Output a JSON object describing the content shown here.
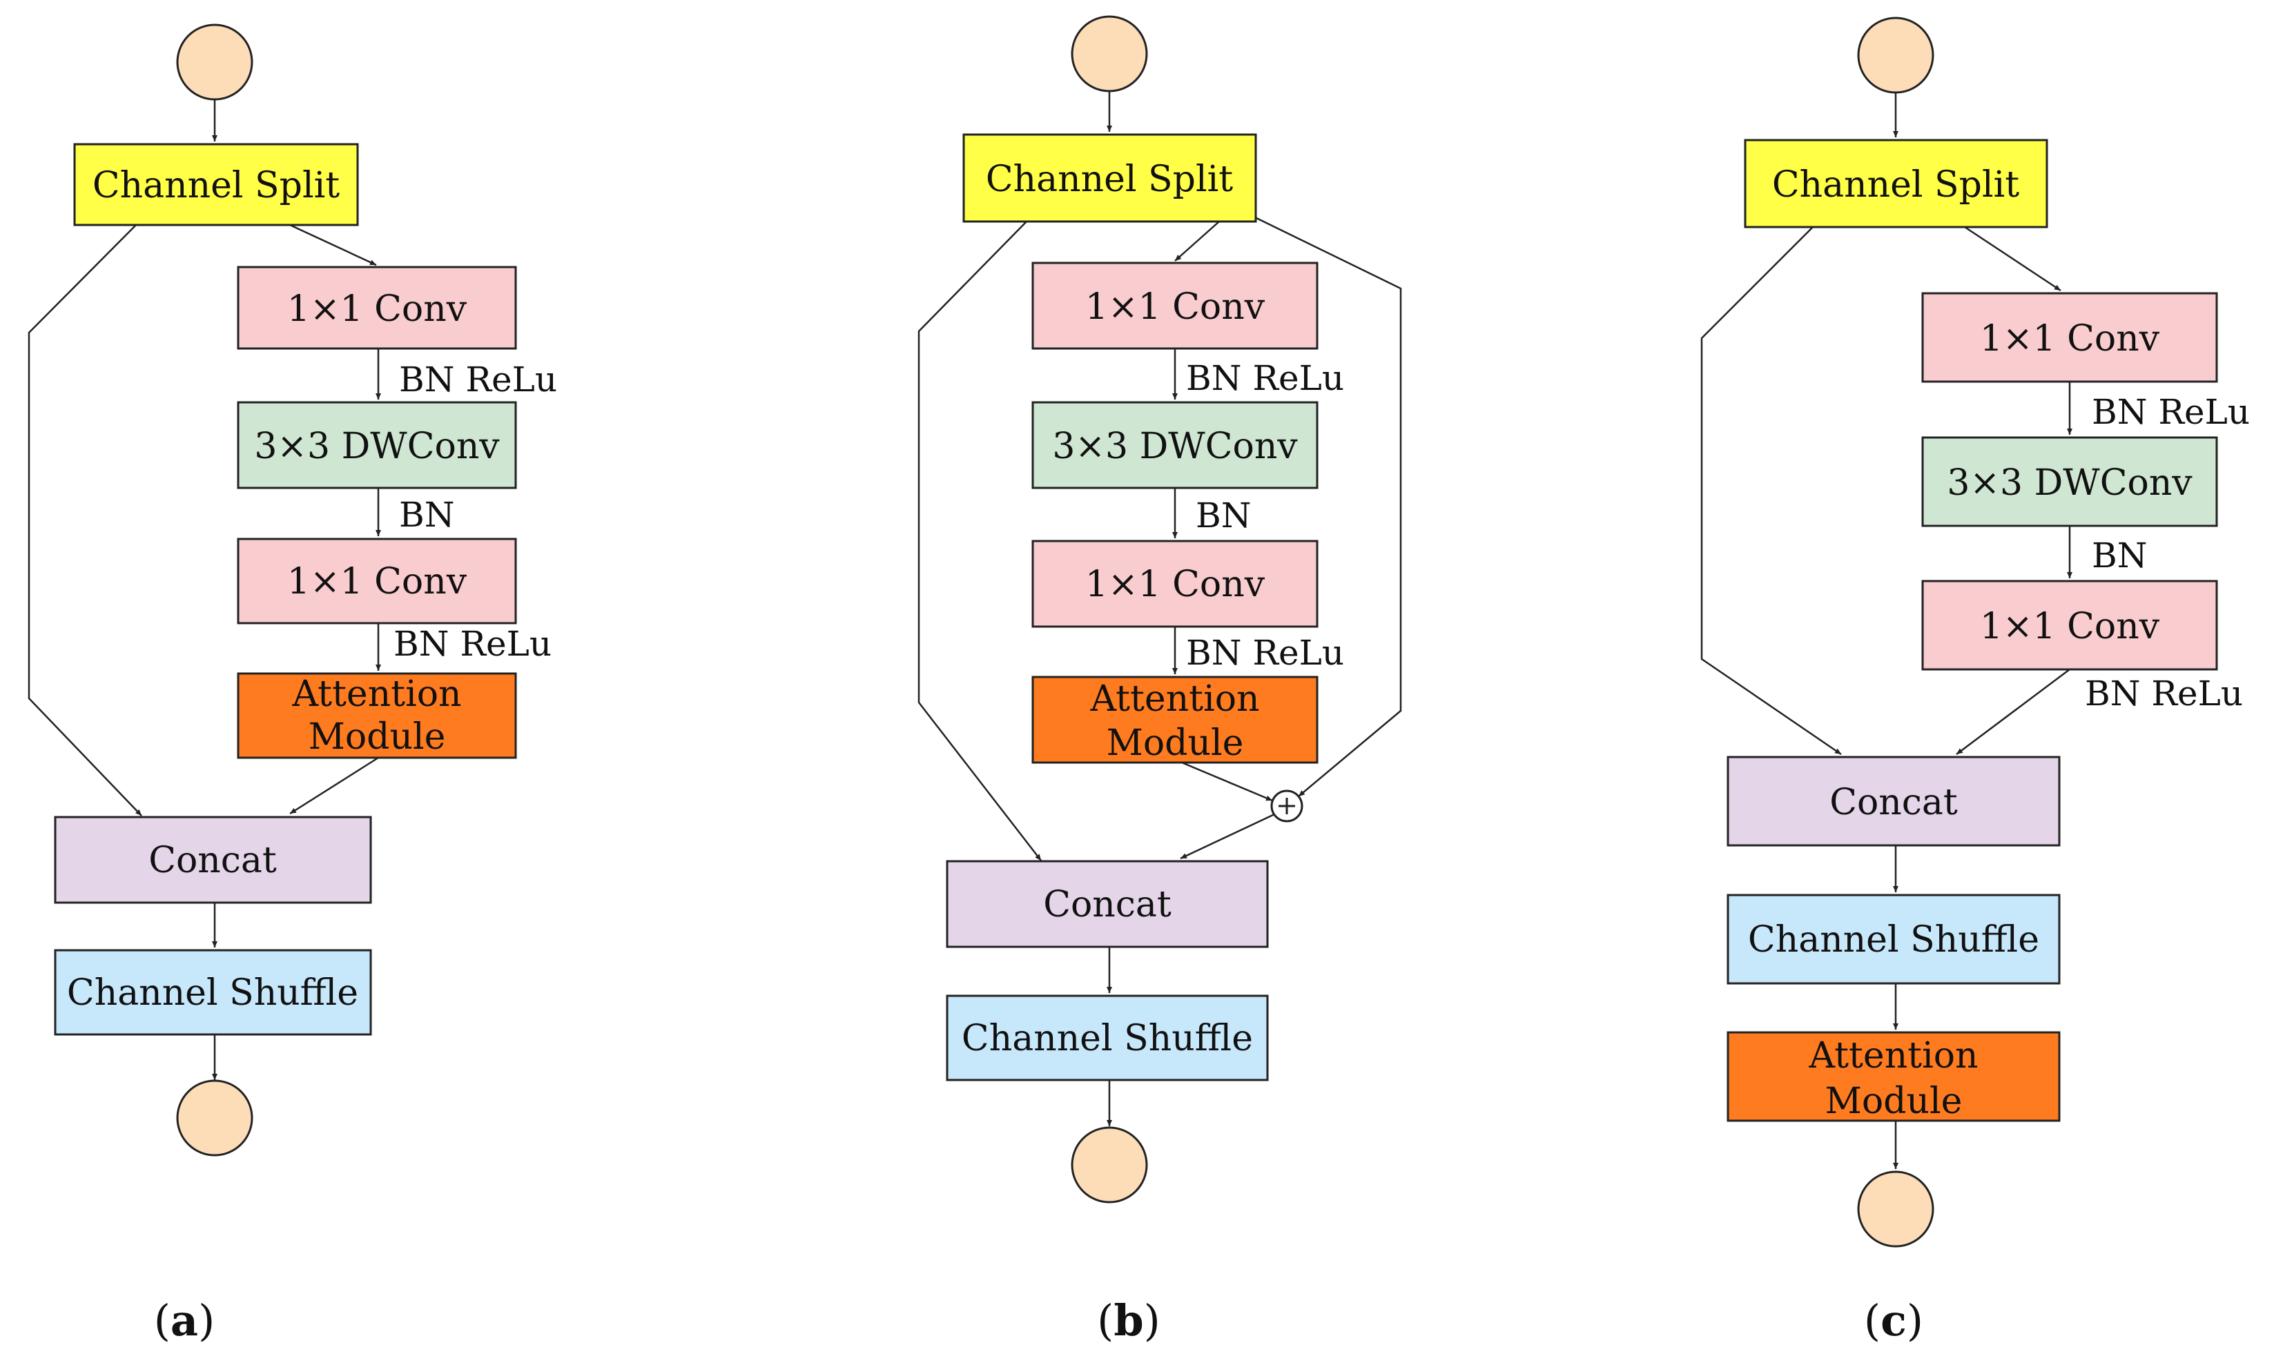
{
  "colors": {
    "channel_split": "#FFFF47",
    "conv_1x1": "#F9CCCF",
    "dwconv": "#CEE6D2",
    "attention": "#FF7B1F",
    "concat": "#E4D5E9",
    "channel_shuffle": "#C7E7FB",
    "io_node": "#FCDDB8"
  },
  "labels": {
    "channel_split": "Channel Split",
    "conv_1x1": "1×1 Conv",
    "dwconv": "3×3 DWConv",
    "attention_line1": "Attention",
    "attention_line2": "Module",
    "concat": "Concat",
    "channel_shuffle": "Channel Shuffle",
    "bn_relu": "BN ReLu",
    "bn": "BN"
  },
  "panels": [
    {
      "id": "a",
      "caption_open": "(",
      "caption_letter": "a",
      "caption_close": ")"
    },
    {
      "id": "b",
      "caption_open": "(",
      "caption_letter": "b",
      "caption_close": ")"
    },
    {
      "id": "c",
      "caption_open": "(",
      "caption_letter": "c",
      "caption_close": ")"
    }
  ]
}
